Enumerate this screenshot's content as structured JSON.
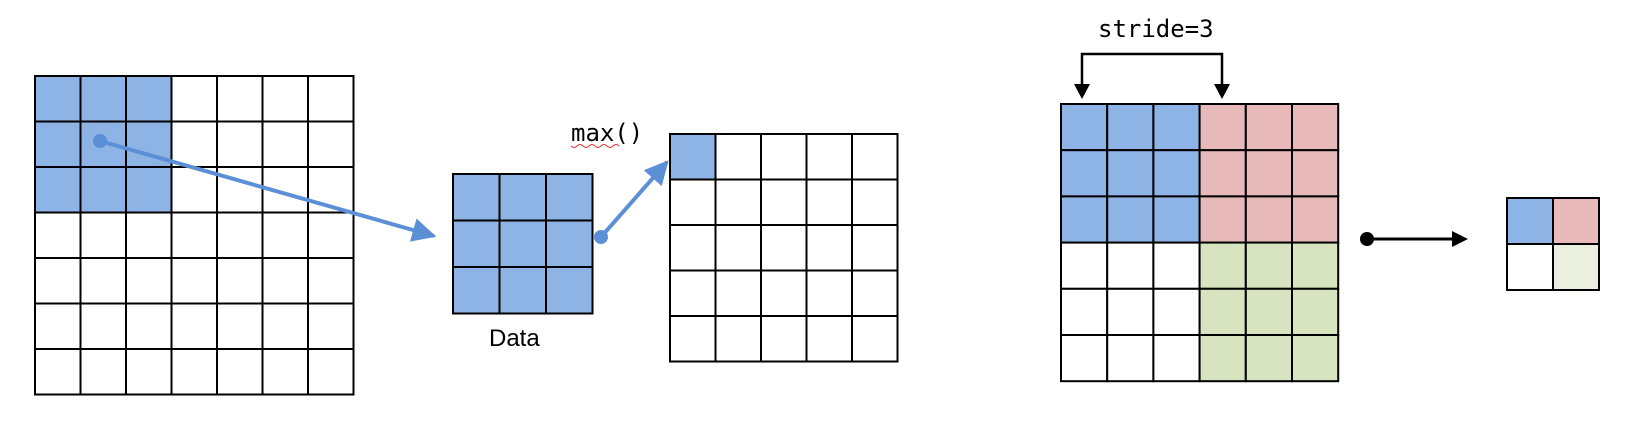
{
  "labels": {
    "stride": "stride=3",
    "max_fn": "max()",
    "data": "Data"
  },
  "colors": {
    "blue": "#8EB3E5",
    "red": "#E8B9B9",
    "green": "#D8E4C0",
    "light_green": "#EBEFE0",
    "arrow_blue": "#5B8FD6",
    "grid_line": "#000000"
  },
  "grids": {
    "input": {
      "rows": 7,
      "cols": 7,
      "highlight": {
        "rows": 3,
        "cols": 3,
        "color": "blue"
      }
    },
    "window": {
      "rows": 3,
      "cols": 3,
      "fill": "blue"
    },
    "output": {
      "rows": 5,
      "cols": 5,
      "highlight": {
        "rows": 1,
        "cols": 1,
        "color": "blue"
      }
    },
    "stride_input": {
      "rows": 6,
      "cols": 6,
      "blocks": [
        {
          "row": 0,
          "col": 0,
          "size": 3,
          "color": "blue"
        },
        {
          "row": 0,
          "col": 3,
          "size": 3,
          "color": "red"
        },
        {
          "row": 3,
          "col": 3,
          "size": 3,
          "color": "green"
        }
      ]
    },
    "pooled": {
      "rows": 2,
      "cols": 2,
      "cells": [
        "blue",
        "red",
        "white",
        "light_green"
      ]
    }
  }
}
